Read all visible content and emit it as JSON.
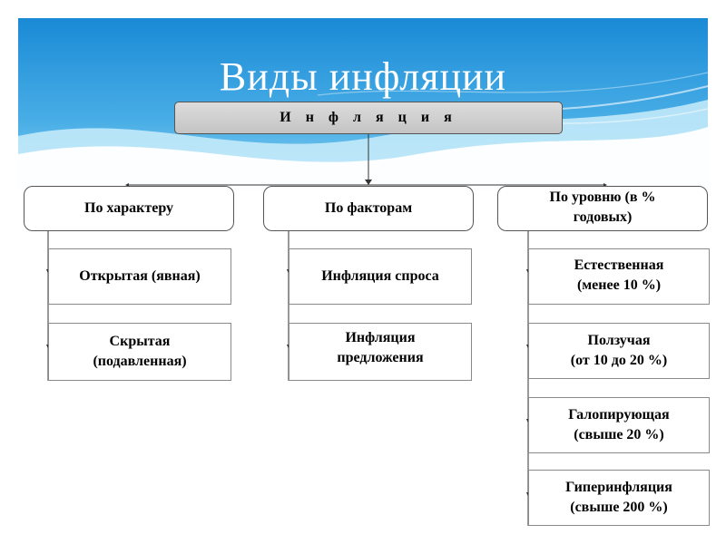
{
  "title": "Виды инфляции",
  "root": "И н ф л я ц и я",
  "categories": [
    {
      "label": "По характеру",
      "items": [
        "Открытая (явная)",
        "Скрытая\n(подавленная)"
      ]
    },
    {
      "label": "По факторам",
      "items": [
        "Инфляция спроса",
        "Инфляция\nпредложения"
      ]
    },
    {
      "label": "По уровню (в %\nгодовых)",
      "items": [
        "Естественная\n(менее 10 %)",
        "Ползучая\n(от 10 до 20 %)",
        "Галопирующая\n(свыше 20 %)",
        "Гиперинфляция\n(свыше 200 %)"
      ]
    }
  ],
  "colors": {
    "sky_top": "#1e90d8",
    "sky_bottom": "#7ccaf0",
    "wave": "#ffffff",
    "box_border": "#555555",
    "root_fill": "#cfcfcf"
  }
}
